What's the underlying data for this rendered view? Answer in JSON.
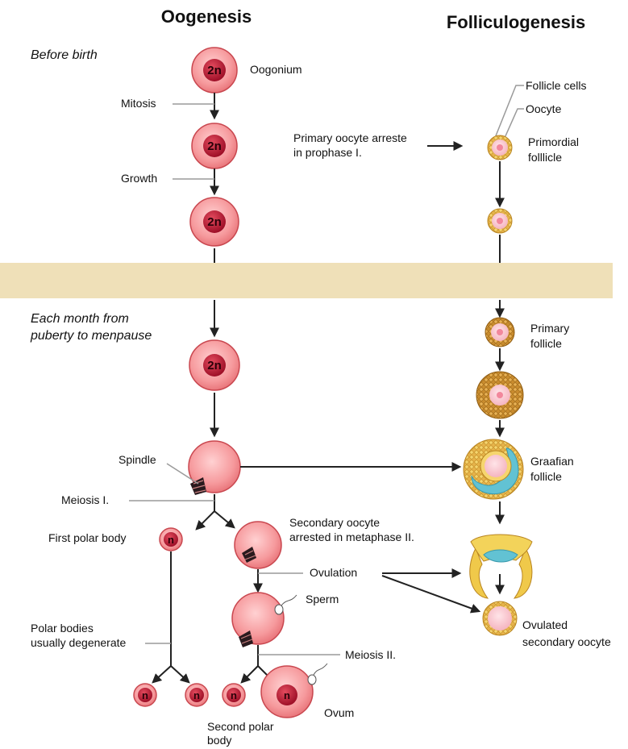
{
  "headings": {
    "oogenesis": "Oogenesis",
    "folliculogenesis": "Folliculogenesis"
  },
  "periods": {
    "before_birth": "Before birth",
    "monthly_line1": "Each month from",
    "monthly_line2": "puberty to menpause"
  },
  "cells": {
    "ploidy": "2n",
    "haploid": "n"
  },
  "oogenesis_labels": {
    "oogonium": "Oogonium",
    "mitosis": "Mitosis",
    "growth": "Growth",
    "spindle": "Spindle",
    "meiosis1": "Meiosis I.",
    "first_polar_body": "First polar body",
    "secondary_oocyte_line1": "Secondary oocyte",
    "secondary_oocyte_line2": "arrested in metaphase II.",
    "ovulation": "Ovulation",
    "sperm": "Sperm",
    "polar_bodies_line1": "Polar bodies",
    "polar_bodies_line2": "usually degenerate",
    "meiosis2": "Meiosis II.",
    "ovum": "Ovum",
    "second_polar_body_line1": "Second polar",
    "second_polar_body_line2": "body"
  },
  "folliculogenesis_labels": {
    "follicle_cells": "Follicle cells",
    "oocyte": "Oocyte",
    "primary_oocyte_line1": "Primary oocyte arreste",
    "primary_oocyte_line2": "in prophase I.",
    "primordial_line1": "Primordial",
    "primordial_line2": "folllicle",
    "primary_follicle_line1": "Primary",
    "primary_follicle_line2": "follicle",
    "graafian_line1": "Graafian",
    "graafian_line2": "follicle",
    "ovulated_line1": "Ovulated",
    "ovulated_line2": "secondary oocyte"
  },
  "colors": {
    "cell_fill": "#f7a3a5",
    "cell_stroke": "#c9474f",
    "nucleus_fill": "#c8213a",
    "band": "#efe0b8",
    "follicle_gold": "#e8b64a",
    "antrum_blue": "#62c2d3"
  }
}
